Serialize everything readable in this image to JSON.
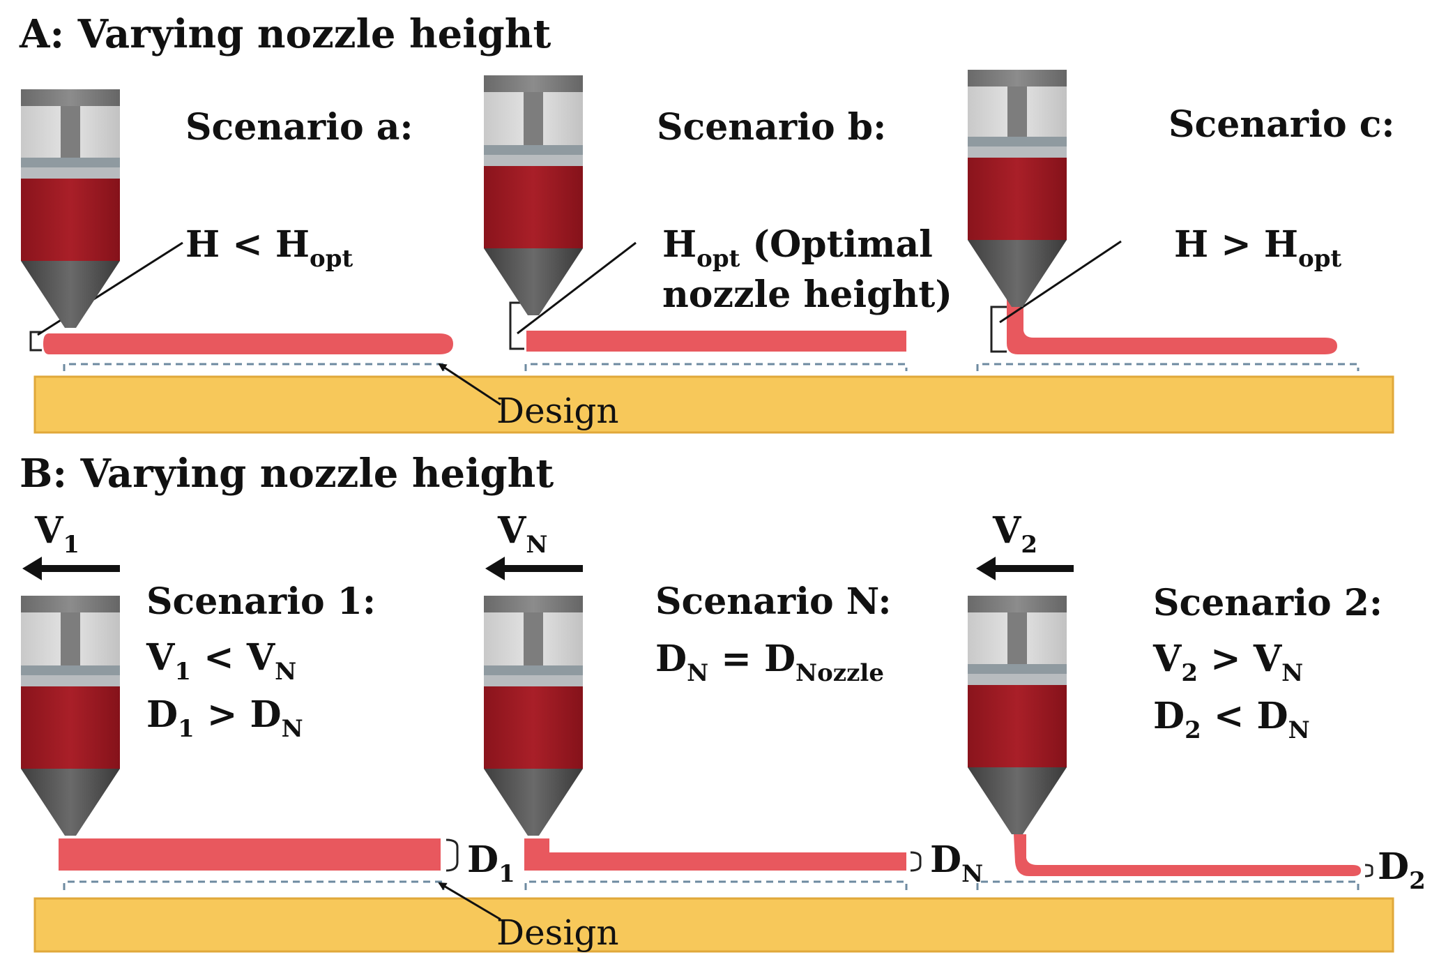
{
  "panel_a": {
    "title": "A: Varying nozzle height",
    "scenarios": [
      {
        "title": "Scenario a:",
        "rel_main": "H < H",
        "rel_sub": "opt"
      },
      {
        "title": "Scenario b:",
        "line1_main": "H",
        "line1_sub": "opt",
        "line1_rest": " (Optimal",
        "line2": "nozzle height)"
      },
      {
        "title": "Scenario c:",
        "rel_main": "H > H",
        "rel_sub": "opt"
      }
    ],
    "design_label": "Design"
  },
  "panel_b": {
    "title": "B: Varying nozzle height",
    "velocities": [
      {
        "main": "V",
        "sub": "1"
      },
      {
        "main": "V",
        "sub": "N"
      },
      {
        "main": "V",
        "sub": "2"
      }
    ],
    "scenarios": [
      {
        "title": "Scenario 1:",
        "eq1": {
          "a": "V",
          "as": "1",
          "op": " < ",
          "b": "V",
          "bs": "N"
        },
        "eq2": {
          "a": "D",
          "as": "1",
          "op": " > ",
          "b": "D",
          "bs": "N"
        }
      },
      {
        "title": "Scenario N:",
        "eq1": {
          "a": "D",
          "as": "N",
          "op": " = ",
          "b": "D",
          "bs": "Nozzle"
        }
      },
      {
        "title": "Scenario 2:",
        "eq1": {
          "a": "V",
          "as": "2",
          "op": " > ",
          "b": "V",
          "bs": "N"
        },
        "eq2": {
          "a": "D",
          "as": "2",
          "op": " < ",
          "b": "D",
          "bs": "N"
        }
      }
    ],
    "diameters": [
      {
        "main": "D",
        "sub": "1"
      },
      {
        "main": "D",
        "sub": "N"
      },
      {
        "main": "D",
        "sub": "2"
      }
    ],
    "design_label": "Design"
  },
  "colors": {
    "substrate": "#f7c85a",
    "substrate_edge": "#e0a83a",
    "bead": "#e8585e",
    "ink": "#9e1a22",
    "barrel": "#d6d6d6",
    "plunger": "#7d7d7d",
    "nozzle_tip": "#555555",
    "design_line": "#6d8aa0"
  }
}
